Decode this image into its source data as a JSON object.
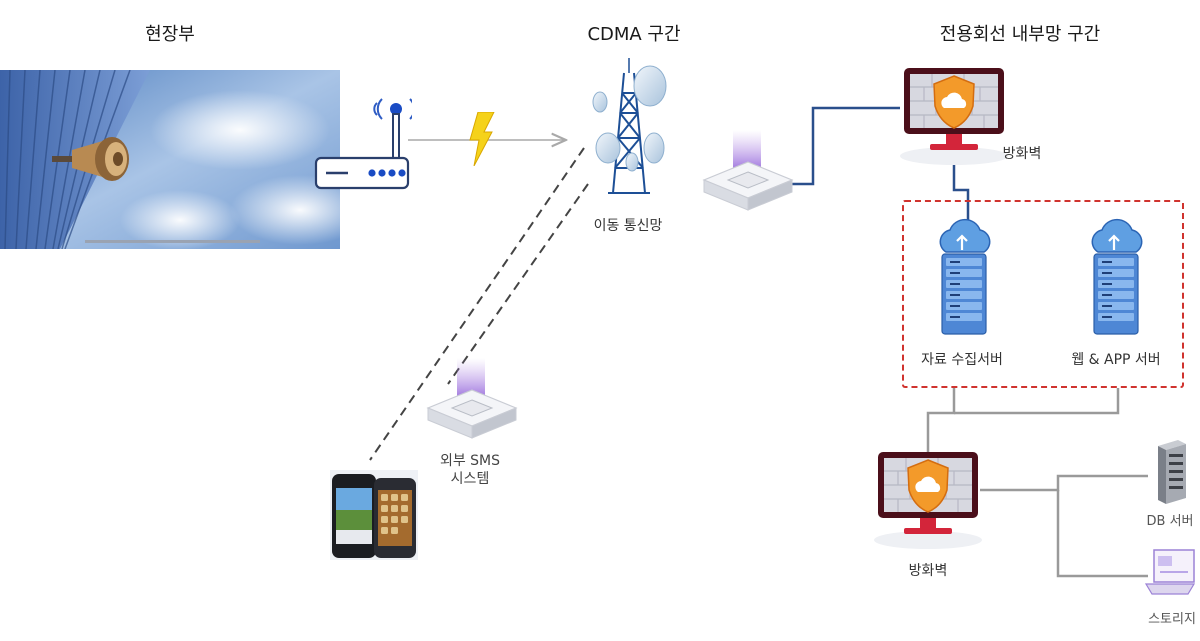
{
  "sections": {
    "field": "현장부",
    "cdma": "CDMA 구간",
    "dedicated": "전용회선 내부망 구간"
  },
  "nodes": {
    "mobile_network": "이동 통신망",
    "firewall_top": "방화벽",
    "collection_server": "자료 수집서버",
    "web_app_server": "웹 & APP 서버",
    "firewall_bottom": "방화벽",
    "db_server": "DB 서버",
    "storage": "스토리지",
    "external_sms_line1": "외부 SMS",
    "external_sms_line2": "시스템"
  },
  "colors": {
    "network_line": "#2a4f8c",
    "internal_line": "#9a9a9a",
    "dashed_group": "#d0332e",
    "lightning": "#f5d21a"
  }
}
